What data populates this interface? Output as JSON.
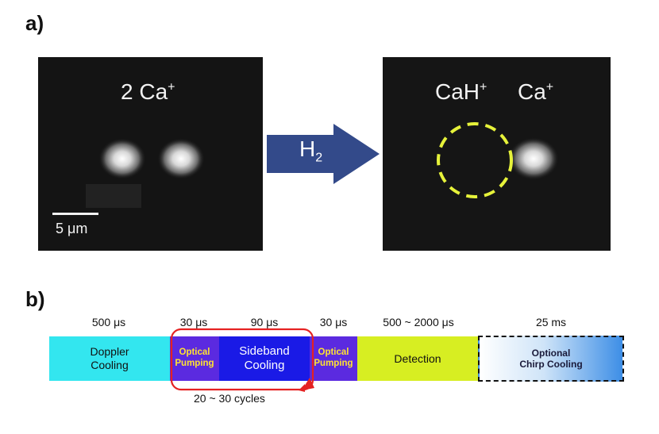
{
  "panel_a": {
    "label": "a)",
    "before_ions": "2 Ca",
    "before_charge": "+",
    "scale_label": "5 μm",
    "reaction": "H",
    "reaction_sub": "2",
    "after_ion1": "CaH",
    "after_ion1_charge": "+",
    "after_ion2": "Ca",
    "after_ion2_charge": "+"
  },
  "panel_b": {
    "label": "b)",
    "segments": [
      {
        "label": "Doppler\nCooling",
        "duration": "500 μs",
        "color": "#33e6ef"
      },
      {
        "label": "Optical\nPumping",
        "duration": "30 μs",
        "color": "#5b2ae0"
      },
      {
        "label": "Sideband\nCooling",
        "duration": "90 μs",
        "color": "#1a1ae6"
      },
      {
        "label": "Optical\nPumping",
        "duration": "30 μs",
        "color": "#5b2ae0"
      },
      {
        "label": "Detection",
        "duration": "500 ~ 2000 μs",
        "color": "#d7ee22"
      },
      {
        "label": "Optional\nChirp Cooling",
        "duration": "25 ms",
        "color": "#3d8ee6"
      }
    ],
    "cycles_label": "20 ~ 30 cycles"
  },
  "colors": {
    "arrow": "#334a8a",
    "dashed_circle": "#e6f23a",
    "loop": "#e52222"
  }
}
